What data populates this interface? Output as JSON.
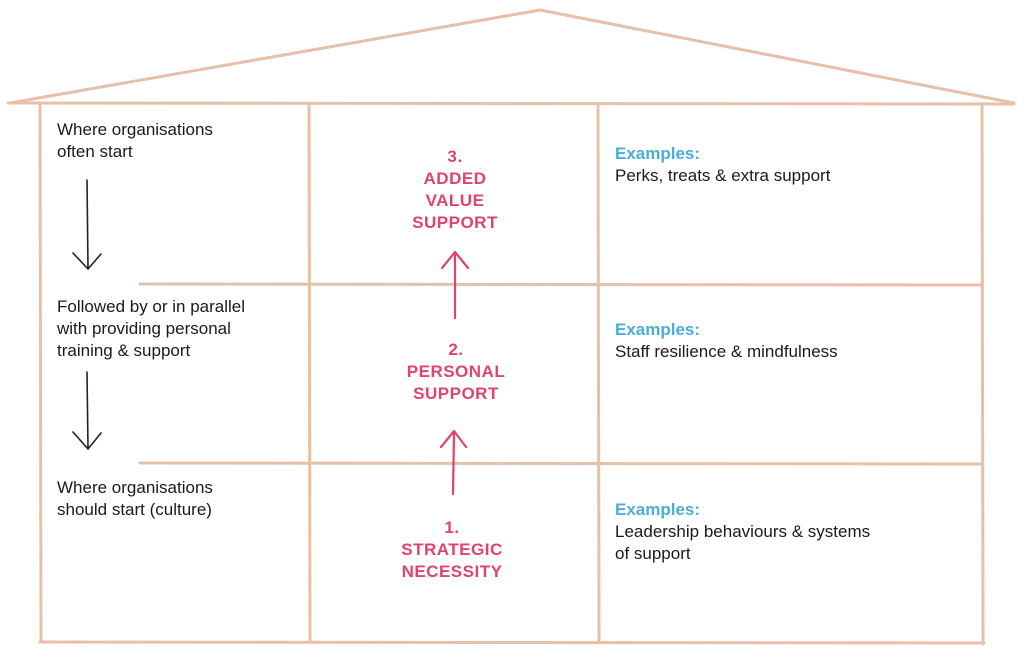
{
  "colors": {
    "frame": "#e8c0a8",
    "accent_pink": "#e0446a",
    "accent_blue": "#4aaed9",
    "text": "#1a1a1a",
    "arrow_dark": "#222222"
  },
  "left": {
    "top": "Where organisations\noften start",
    "middle": "Followed by or in parallel\nwith providing personal\ntraining & support",
    "bottom": "Where organisations\nshould start (culture)"
  },
  "levels": {
    "top": {
      "number": "3.",
      "line1": "ADDED",
      "line2": "VALUE",
      "line3": "SUPPORT"
    },
    "middle": {
      "number": "2.",
      "line1": "PERSONAL",
      "line2": "SUPPORT"
    },
    "bottom": {
      "number": "1.",
      "line1": "STRATEGIC",
      "line2": "NECESSITY"
    }
  },
  "examples": {
    "label": "Examples:",
    "top": "Perks, treats & extra support",
    "middle": "Staff resilience & mindfulness",
    "bottom": "Leadership behaviours & systems\nof support"
  }
}
